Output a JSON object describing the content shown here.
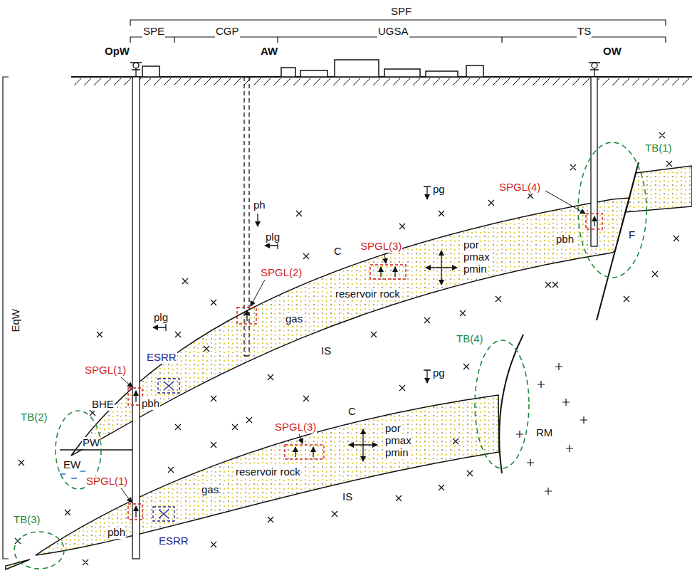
{
  "diagram": {
    "labels": [
      "SPF",
      "SPE",
      "CGP",
      "UGSA",
      "TS",
      "OpW",
      "AW",
      "OW",
      "EqW",
      "pg",
      "ph",
      "plg",
      "plg",
      "SPGL(4)",
      "TB(1)",
      "F",
      "SPGL(3)",
      "C",
      "SPGL(2)",
      "gas",
      "reservoir rock",
      "por",
      "pmax",
      "pmin",
      "pbh",
      "IS",
      "SPGL(1)",
      "ESRR",
      "BHE",
      "pbh",
      "TB(2)",
      "PW",
      "EW",
      "pg",
      "TB(4)",
      "C",
      "SPGL(3)",
      "reservoir rock",
      "por",
      "pmax",
      "pmin",
      "gas",
      "IS",
      "SPGL(1)",
      "ESRR",
      "pbh",
      "TB(3)",
      "RM"
    ]
  }
}
